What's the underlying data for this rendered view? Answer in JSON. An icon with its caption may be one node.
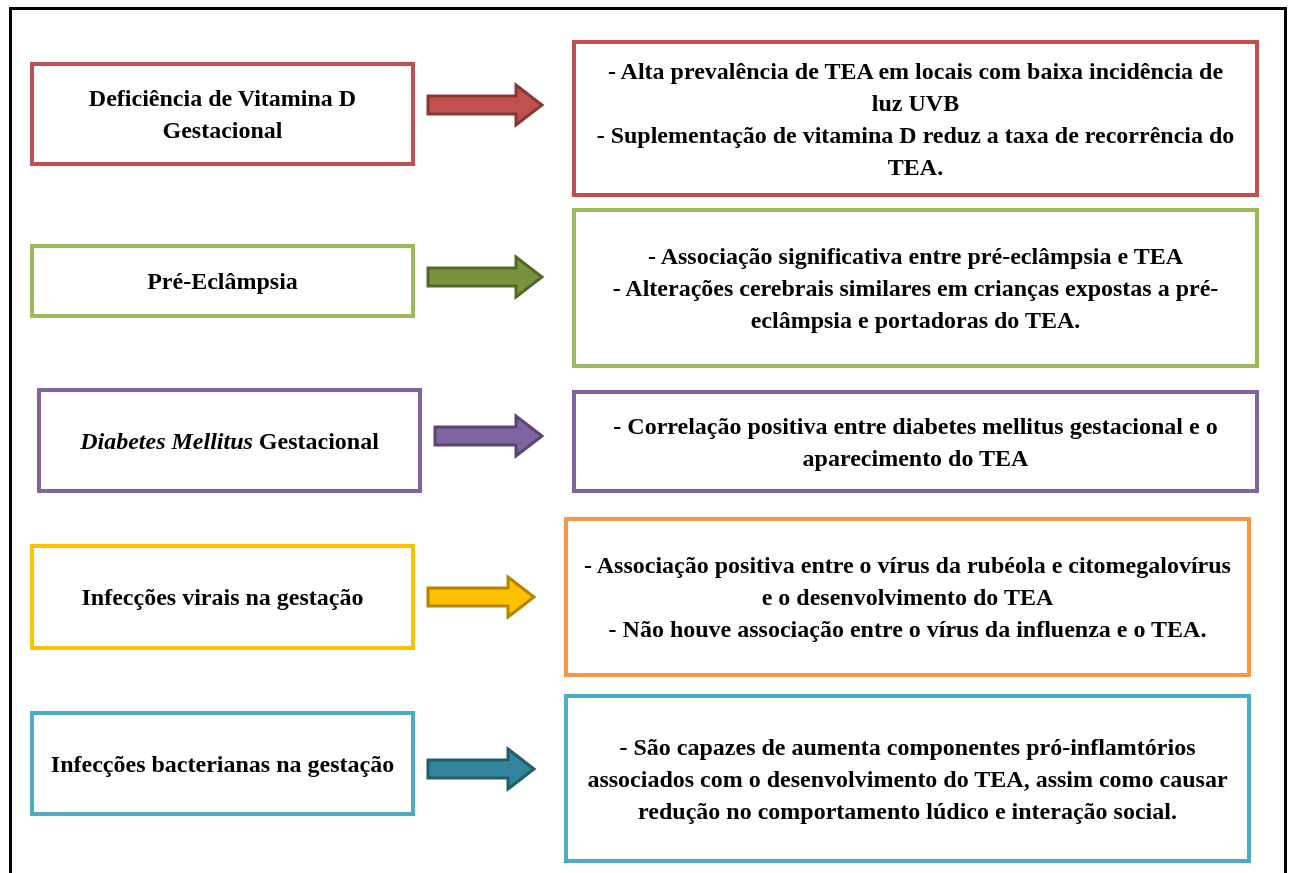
{
  "diagram": {
    "nodes": [
      {
        "text": [
          "Deficiência de Vitamina D Gestacional"
        ]
      },
      {
        "text": [
          "- Alta prevalência de TEA em locais com baixa incidência de luz UVB",
          "- Suplementação de vitamina D reduz a taxa de recorrência do TEA."
        ]
      },
      {
        "text": [
          "Pré-Eclâmpsia"
        ]
      },
      {
        "text": [
          "- Associação significativa entre pré-eclâmpsia e TEA",
          "- Alterações cerebrais similares em crianças expostas a pré-eclâmpsia e portadoras do TEA."
        ]
      },
      {
        "text": [
          "*Diabetes Mellitus* Gestacional"
        ]
      },
      {
        "text": [
          "- Correlação positiva entre diabetes mellitus gestacional e o aparecimento do TEA"
        ]
      },
      {
        "text": [
          "Infecções virais na gestação"
        ]
      },
      {
        "text": [
          "- Associação positiva entre o vírus da rubéola e citomegalovírus e o desenvolvimento do TEA",
          "- Não houve associação entre o vírus da influenza e o TEA."
        ]
      },
      {
        "text": [
          "Infecções bacterianas na gestação"
        ]
      },
      {
        "text": [
          "- São capazes de aumenta componentes pró-inflamtórios associados com o desenvolvimento do TEA, assim como causar redução no comportamento lúdico e interação social."
        ]
      }
    ],
    "edges": [
      {
        "from": 0,
        "to": 1,
        "arrow": "to",
        "style": "thick",
        "color": "#c0504d"
      },
      {
        "from": 2,
        "to": 3,
        "arrow": "to",
        "style": "thick",
        "color": "#77933c"
      },
      {
        "from": 4,
        "to": 5,
        "arrow": "to",
        "style": "thick",
        "color": "#8064a2"
      },
      {
        "from": 6,
        "to": 7,
        "arrow": "to",
        "style": "thick",
        "color": "#ffc000"
      },
      {
        "from": 8,
        "to": 9,
        "arrow": "to",
        "style": "thick",
        "color": "#31859c"
      }
    ]
  }
}
